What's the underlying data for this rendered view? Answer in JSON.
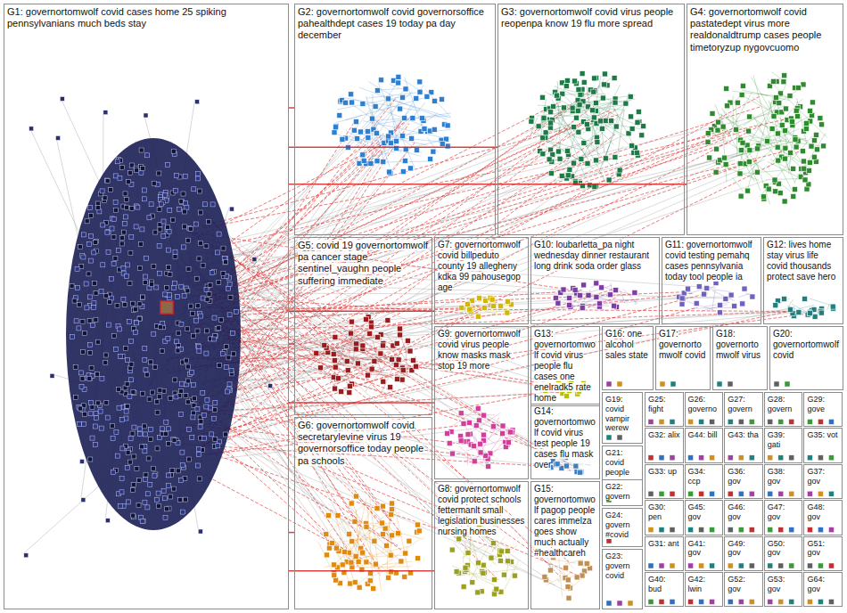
{
  "diagram": {
    "nodes": [
      {
        "text": [
          "G1: governortomwolf covid cases home 25 spiking pennsylvanians much beds stay"
        ]
      },
      {
        "text": [
          "G2: governortomwolf covid governorsoffice pahealthdept cases 19 today pa day december"
        ]
      },
      {
        "text": [
          "G3: governortomwolf covid virus people reopenpa know 19 flu more spread"
        ]
      },
      {
        "text": [
          "G4: governortomwolf covid pastatedept virus more realdonaldtrump cases people timetoryzup nygovcuomo"
        ]
      },
      {
        "text": [
          "G5: covid 19 governortomwolf pa cancer stage sentinel_vaughn people suffering immediate"
        ]
      },
      {
        "text": [
          "G7: governortomwolf covid billpeduto county 19 allegheny kdka 99 pahousegop age"
        ]
      },
      {
        "text": [
          "G10: loubarletta_pa night wednesday dinner restaurant long drink soda order glass"
        ]
      },
      {
        "text": [
          "G11: governortomwolf covid testing pemahq cases pennsylvania today tool people ia"
        ]
      },
      {
        "text": [
          "G12: lives home stay virus life covid thousands protect save hero"
        ]
      },
      {
        "text": [
          "G13: governortomwolf covid virus people flu cases one enelradk5 rate home"
        ]
      },
      {
        "text": [
          "G16: one alcohol sales state"
        ]
      },
      {
        "text": [
          "G17: governortomwolf covid"
        ]
      },
      {
        "text": [
          "G18: governortomwolf virus"
        ]
      },
      {
        "text": [
          "G20: governortomwolf covid"
        ]
      },
      {
        "text": [
          "G9: governortomwolf covid virus people know masks mask stop 19 more"
        ]
      },
      {
        "text": [
          "G6: governortomwolf covid secretarylevine virus 19 governorsoffice today people pa schools"
        ]
      },
      {
        "text": [
          "G8: governortomwolf covid protect schools fettermanlt small legislation businesses nursing homes"
        ]
      },
      {
        "text": [
          "G14: governortomwolf covid virus test people 19 cases flu mask over"
        ]
      },
      {
        "text": [
          "G15: governortomwolf pagop people cares immelza goes show much actually #healthcareh"
        ]
      },
      {
        "text": [
          "G19: covid vampir werew"
        ]
      },
      {
        "text": [
          "G21: covid people"
        ]
      },
      {
        "text": [
          "G22: govern"
        ]
      },
      {
        "text": [
          "G24: govern #covid"
        ]
      },
      {
        "text": [
          "G23: govern covid"
        ]
      },
      {
        "text": [
          "G25: fight"
        ]
      },
      {
        "text": [
          "G26: governo"
        ]
      },
      {
        "text": [
          "G27: govern"
        ]
      },
      {
        "text": [
          "G28: govern"
        ]
      },
      {
        "text": [
          "G29: gove"
        ]
      },
      {
        "text": [
          "G32: alix"
        ]
      },
      {
        "text": [
          "G44: bill"
        ]
      },
      {
        "text": [
          "G43: tha"
        ]
      },
      {
        "text": [
          "G39: gati"
        ]
      },
      {
        "text": [
          "G35: vot"
        ]
      },
      {
        "text": [
          "G33: up"
        ]
      },
      {
        "text": [
          "G34: ccp"
        ]
      },
      {
        "text": [
          "G36: gov"
        ]
      },
      {
        "text": [
          "G38: gov"
        ]
      },
      {
        "text": [
          "G37: gov"
        ]
      },
      {
        "text": [
          "G30: pen"
        ]
      },
      {
        "text": [
          "G45: gov"
        ]
      },
      {
        "text": [
          "G46: gov"
        ]
      },
      {
        "text": [
          "G47: gov"
        ]
      },
      {
        "text": [
          "G48: gov"
        ]
      },
      {
        "text": [
          "G31: ant"
        ]
      },
      {
        "text": [
          "G41: gov"
        ]
      },
      {
        "text": [
          "G49: gov"
        ]
      },
      {
        "text": [
          "G50: gov"
        ]
      },
      {
        "text": [
          "G51: gov"
        ]
      },
      {
        "text": [
          "G40: bud"
        ]
      },
      {
        "text": [
          "G42: lwin"
        ]
      },
      {
        "text": [
          "G52: gov"
        ]
      },
      {
        "text": [
          "G53: gov"
        ]
      },
      {
        "text": [
          "G64: gov"
        ]
      }
    ],
    "edges": [
      {
        "from": 0,
        "to": 1,
        "arrow": "none"
      },
      {
        "from": 0,
        "to": 2,
        "arrow": "none"
      },
      {
        "from": 0,
        "to": 3,
        "arrow": "none"
      },
      {
        "from": 0,
        "to": 4,
        "arrow": "none"
      },
      {
        "from": 0,
        "to": 15,
        "arrow": "none"
      },
      {
        "from": 0,
        "to": 5,
        "arrow": "none"
      },
      {
        "from": 0,
        "to": 14,
        "arrow": "none"
      },
      {
        "from": 0,
        "to": 16,
        "arrow": "none"
      }
    ]
  }
}
